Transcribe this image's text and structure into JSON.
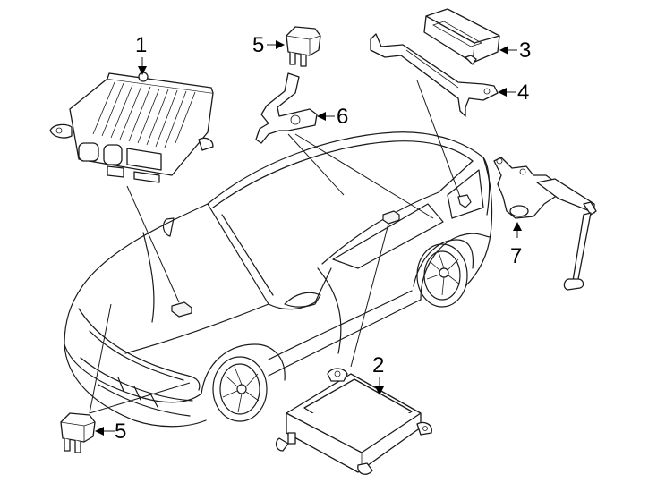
{
  "callouts": [
    {
      "id": "1",
      "label": "1"
    },
    {
      "id": "2",
      "label": "2"
    },
    {
      "id": "3",
      "label": "3"
    },
    {
      "id": "4",
      "label": "4"
    },
    {
      "id": "5a",
      "label": "5"
    },
    {
      "id": "5b",
      "label": "5"
    },
    {
      "id": "6",
      "label": "6"
    },
    {
      "id": "7",
      "label": "7"
    }
  ]
}
